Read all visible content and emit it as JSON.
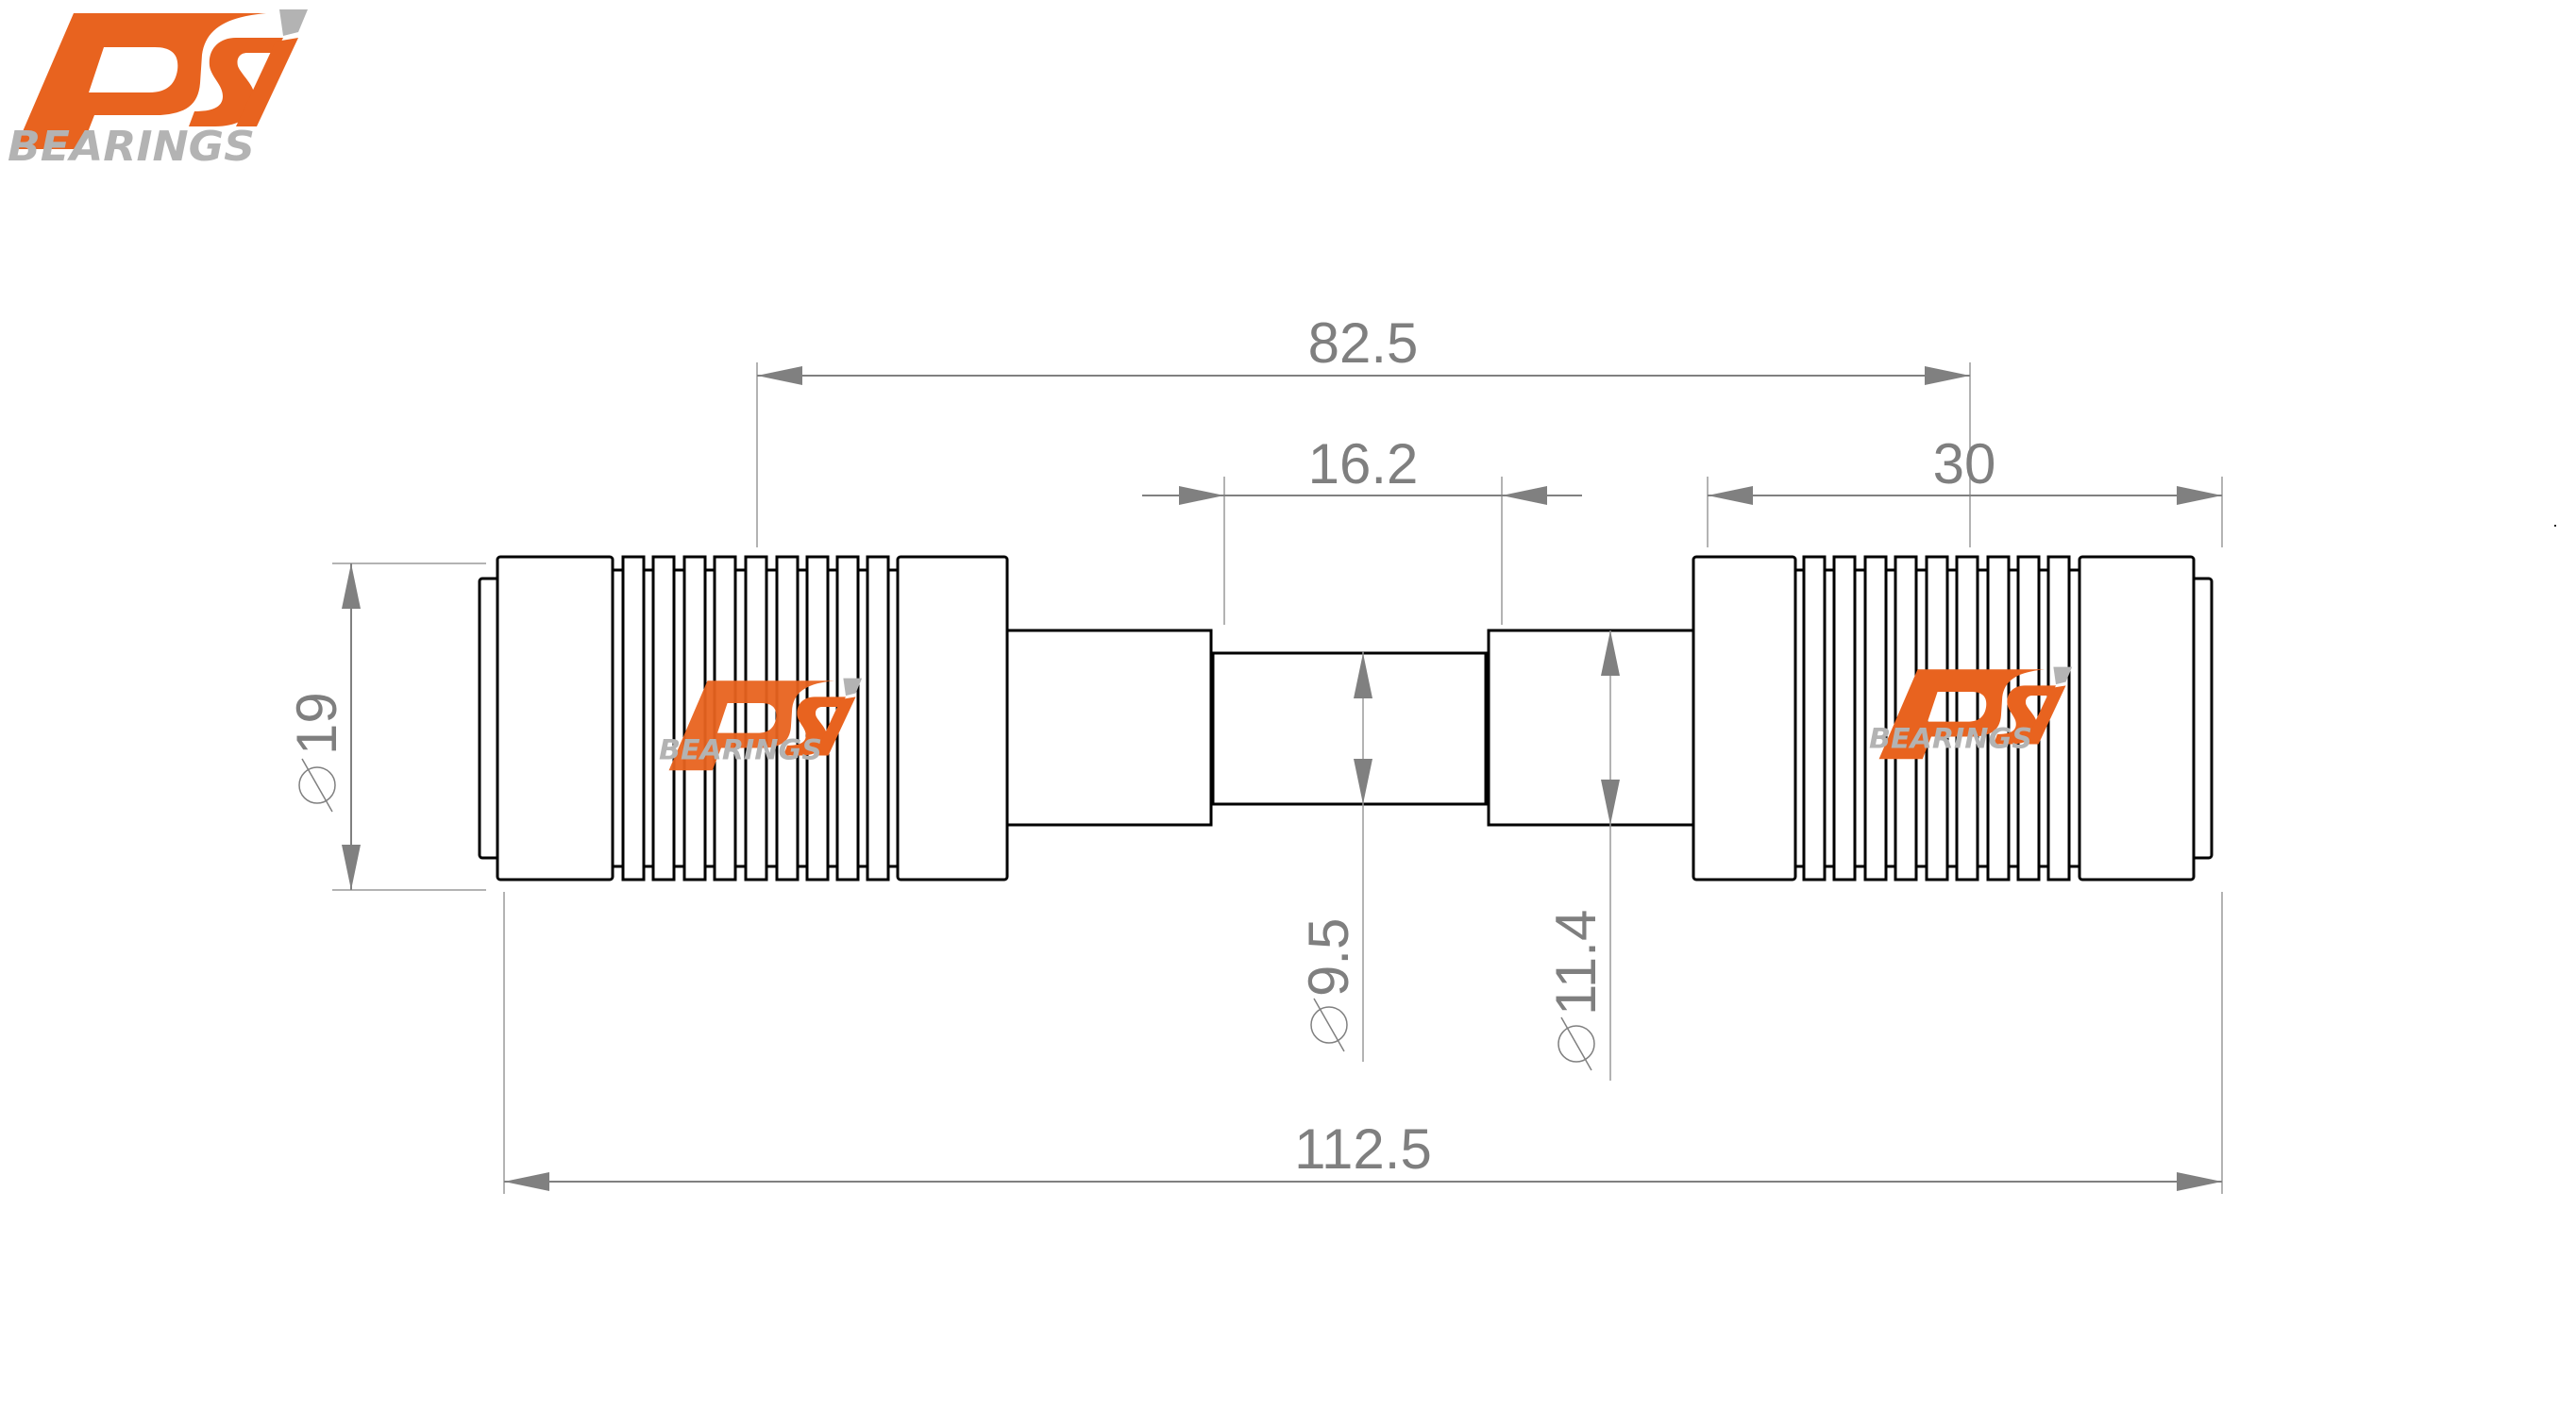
{
  "brand": {
    "logo_mark": "PSI",
    "logo_subtitle": "BEARINGS",
    "colors": {
      "orange": "#e8631f",
      "gray": "#b3b3b3"
    }
  },
  "drawing": {
    "type": "technical dimension drawing",
    "subject": "shaft with two grooved rollers",
    "line_color": "#000000",
    "dimension_color": "#808080"
  },
  "dimensions": {
    "overall_length": {
      "value": "112.5",
      "kind": "linear"
    },
    "roller_center_distance": {
      "value": "82.5",
      "kind": "linear"
    },
    "neck_length": {
      "value": "16.2",
      "kind": "linear"
    },
    "roller_length": {
      "value": "30",
      "kind": "linear"
    },
    "roller_diameter": {
      "symbol": "⌀",
      "value": "19",
      "kind": "diameter"
    },
    "neck_diameter": {
      "symbol": "⌀",
      "value": "9.5",
      "kind": "diameter"
    },
    "shaft_diameter": {
      "symbol": "⌀",
      "value": "11.4",
      "kind": "diameter"
    }
  },
  "watermarks": [
    {
      "mark": "PSI",
      "subtitle": "BEARINGS",
      "position": "left-roller"
    },
    {
      "mark": "PSI",
      "subtitle": "BEARINGS",
      "position": "right-roller"
    }
  ]
}
